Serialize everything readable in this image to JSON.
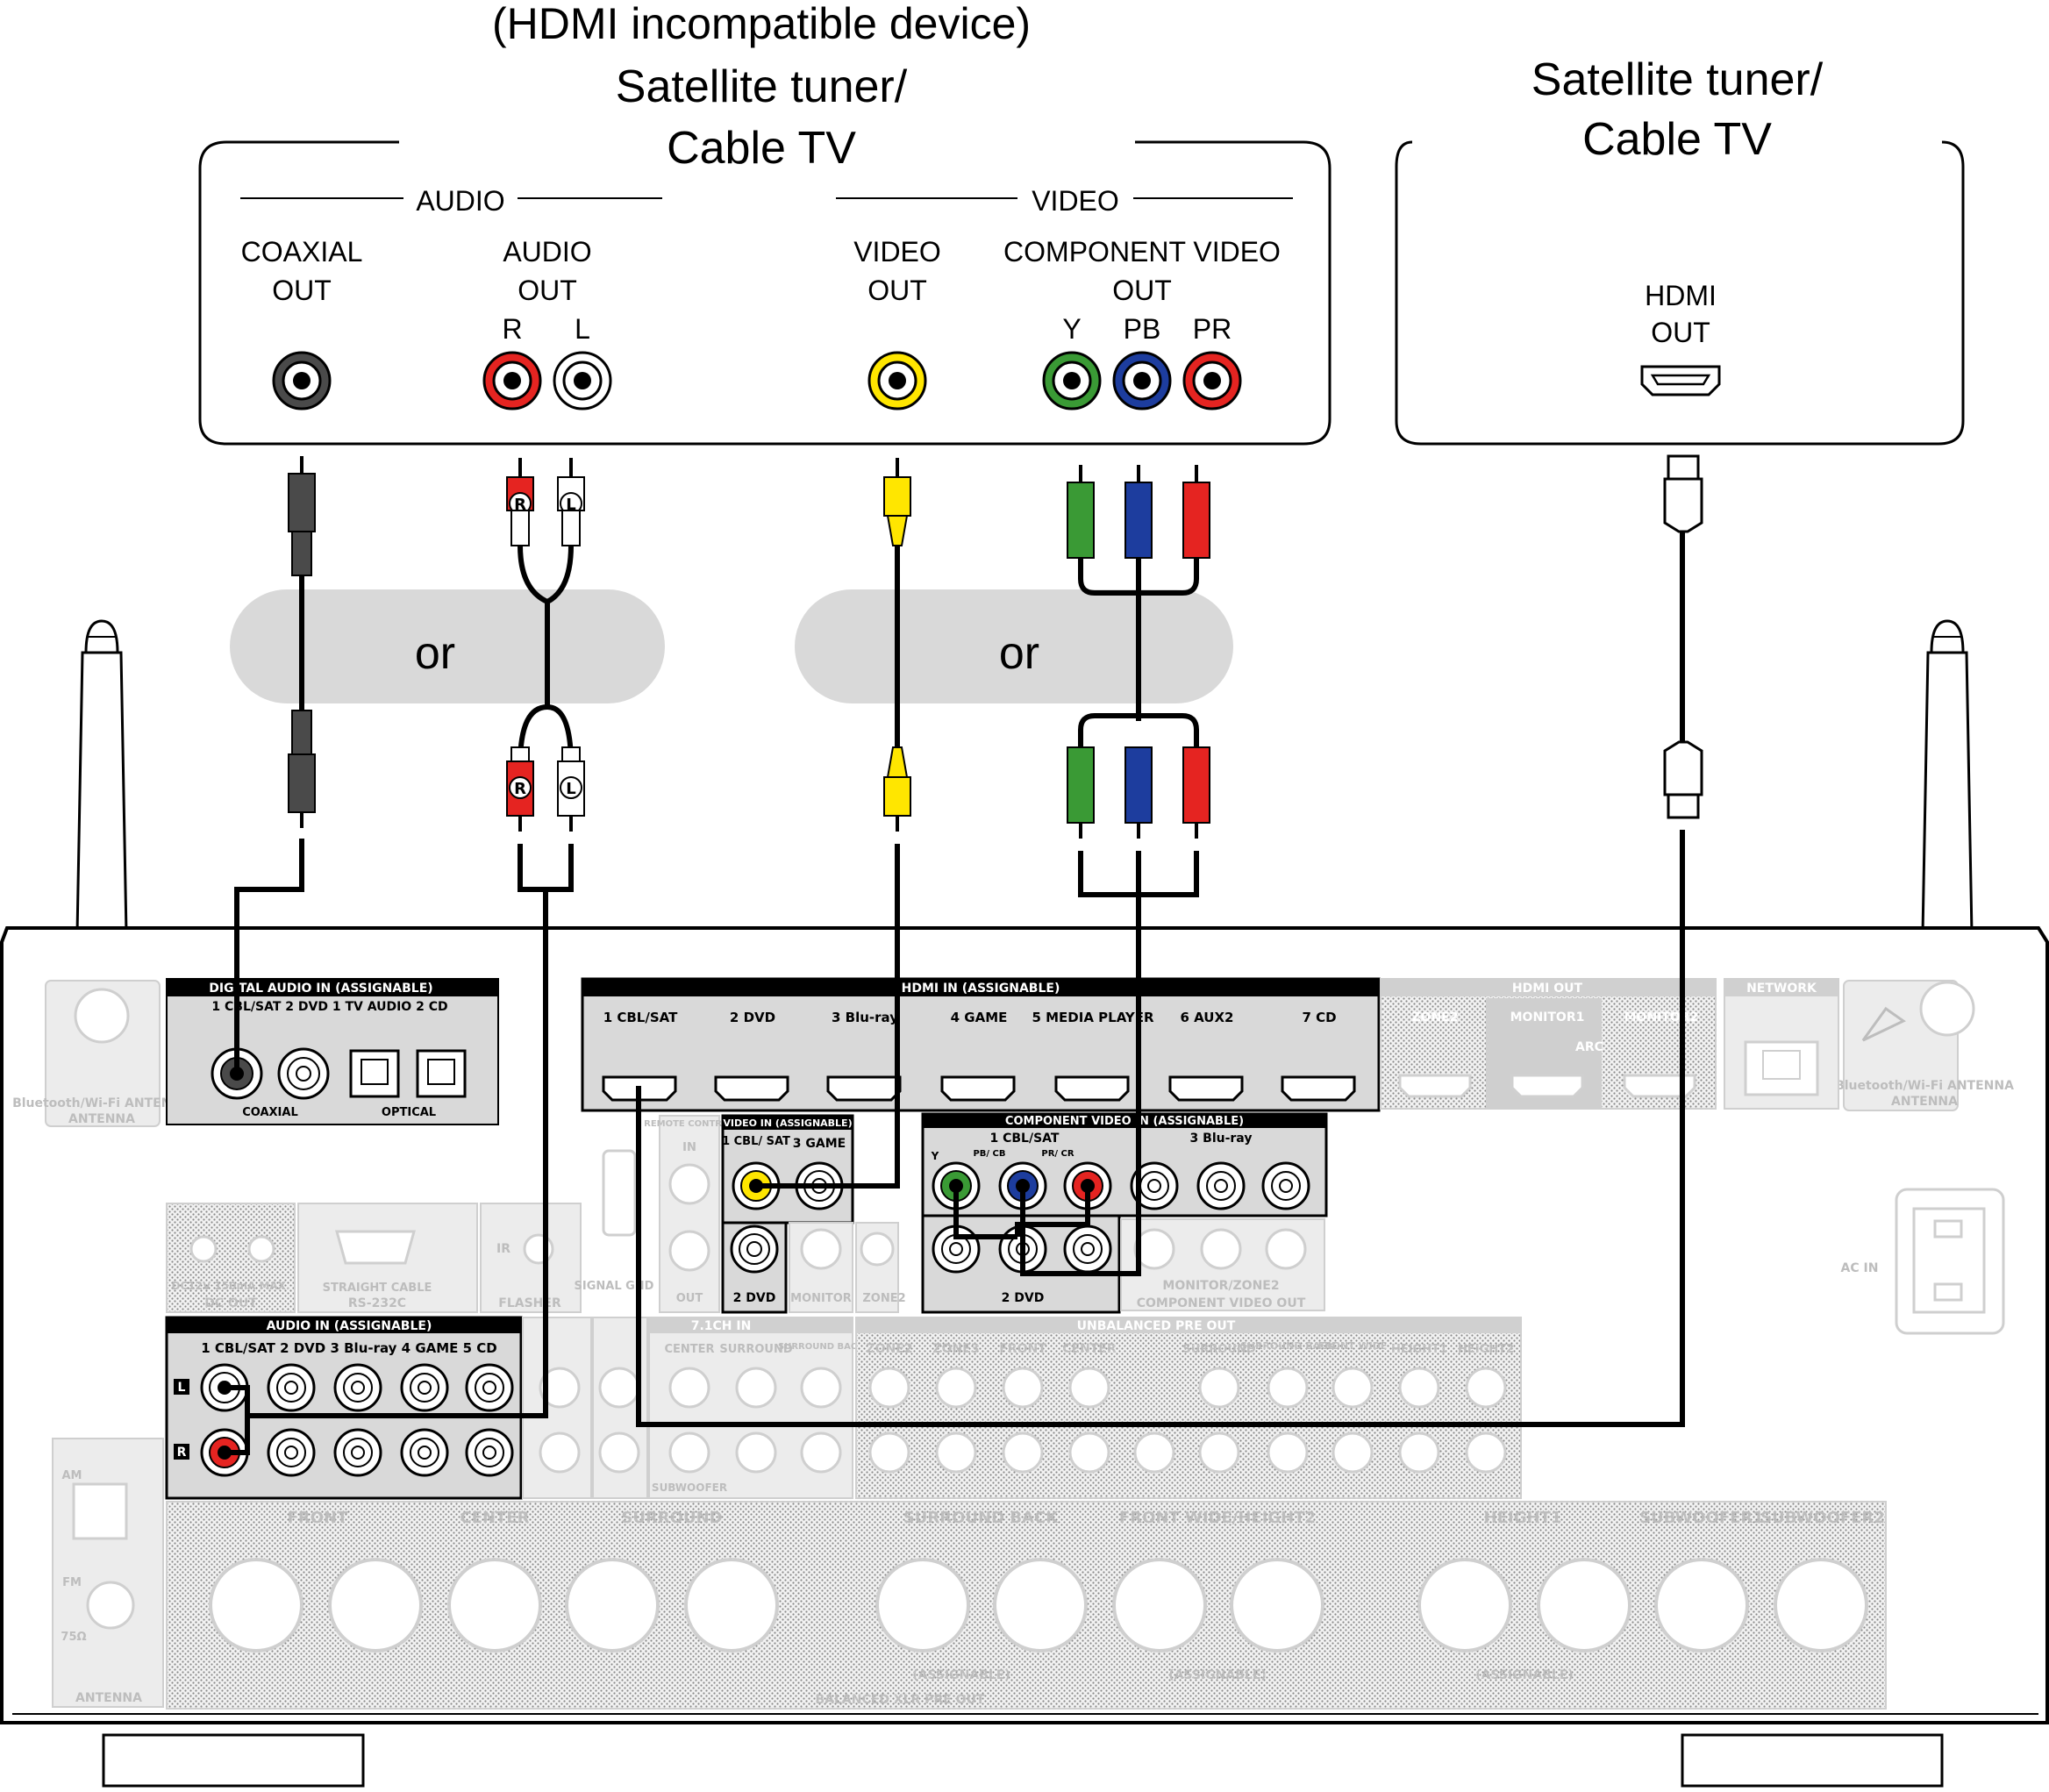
{
  "titles": {
    "hdmi_incompatible": "(HDMI incompatible device)",
    "left_device_line1": "Satellite tuner/",
    "left_device_line2": "Cable TV",
    "right_device_line1": "Satellite tuner/",
    "right_device_line2": "Cable TV"
  },
  "source_panel": {
    "audio_group": "AUDIO",
    "video_group": "VIDEO",
    "coaxial_out_line1": "COAXIAL",
    "coaxial_out_line2": "OUT",
    "audio_out_line1": "AUDIO",
    "audio_out_line2": "OUT",
    "audio_r": "R",
    "audio_l": "L",
    "video_out_line1": "VIDEO",
    "video_out_line2": "OUT",
    "component_line1": "COMPONENT VIDEO",
    "component_line2": "OUT",
    "comp_y": "Y",
    "comp_pb": "PB",
    "comp_pr": "PR",
    "hdmi_out_line1": "HDMI",
    "hdmi_out_line2": "OUT"
  },
  "or_labels": [
    "or",
    "or"
  ],
  "plug_letters": {
    "r": "R",
    "l": "L"
  },
  "receiver": {
    "bt_antenna": "Bluetooth/Wi-Fi ANTENNA",
    "digital_audio_in": "DIGITAL AUDIO IN (ASSIGNABLE)",
    "digital_inputs": "1 CBL/SAT  2 DVD   1 TV AUDIO  2 CD",
    "coaxial": "COAXIAL",
    "optical": "OPTICAL",
    "hdmi_in": "HDMI IN (ASSIGNABLE)",
    "hdmi_inputs": [
      "1 CBL/SAT",
      "2 DVD",
      "3 Blu-ray",
      "4 GAME",
      "5 MEDIA PLAYER",
      "6 AUX2",
      "7 CD"
    ],
    "hdmi_out": "HDMI OUT",
    "hdmi_out_ports": [
      "ZONE2",
      "MONITOR1",
      "MONITOR2"
    ],
    "arc": "ARC",
    "network": "NETWORK",
    "video_in": "VIDEO IN (ASSIGNABLE)",
    "video_in_1": "1 CBL/ SAT",
    "video_in_3": "3 GAME",
    "video_in_2": "2 DVD",
    "monitor": "MONITOR",
    "zone2": "ZONE2",
    "remote_control": "REMOTE CONTROL",
    "rc_in": "IN",
    "rc_out": "OUT",
    "component_in": "COMPONENT VIDEO IN (ASSIGNABLE)",
    "component_1": "1 CBL/SAT",
    "component_3": "3 Blu-ray",
    "component_y": "Y",
    "component_pb": "PB/ CB",
    "component_pr": "PR/ CR",
    "component_2": "2 DVD",
    "component_out": "COMPONENT VIDEO OUT",
    "monitor_zone2": "MONITOR/ZONE2",
    "dc_out": "DC OUT",
    "dc_spec": "DC12V 150mA MAX.",
    "rs232c": "RS-232C",
    "straight_cable": "STRAIGHT CABLE",
    "flasher": "FLASHER",
    "ir": "IR",
    "signal_gnd": "SIGNAL GND",
    "audio_in": "AUDIO IN (ASSIGNABLE)",
    "audio_inputs": "1 CBL/SAT  2 DVD  3 Blu-ray  4 GAME  5 CD",
    "seven_ch_in": "7.1CH IN",
    "seven_ch_labels": [
      "CENTER",
      "SURROUND",
      "SURROUND BACK"
    ],
    "subwoofer": "SUBWOOFER",
    "unbalanced_pre_out": "UNBALANCED PRE OUT",
    "pre_out_labels": [
      "ZONE2",
      "ZONE3",
      "FRONT",
      "CENTER",
      "SURROUND",
      "SURROUND BACK",
      "FRONT WIDE",
      "HEIGHT1",
      "HEIGHT2"
    ],
    "balanced_xlr": "BALANCED XLR PRE OUT",
    "xlr_labels": [
      "FRONT",
      "CENTER",
      "SURROUND",
      "SURROUND BACK",
      "FRONT WIDE/HEIGHT2",
      "HEIGHT1",
      "SUBWOOFER1",
      "SUBWOOFER2"
    ],
    "assignable": "(ASSIGNABLE)",
    "antenna": "ANTENNA",
    "am": "AM",
    "fm": "FM",
    "ohm": "75Ω",
    "ac_in": "AC IN"
  },
  "colors": {
    "red": "#e52421",
    "white": "#ffffff",
    "yellow": "#ffe600",
    "green": "#3a9a35",
    "blue": "#1d3d9e",
    "black": "#000000",
    "dark_gray": "#4a4a4a",
    "panel_gray": "#d9d9d9",
    "faded": "#bfbfbf",
    "or_bubble": "#d9d9d9"
  }
}
